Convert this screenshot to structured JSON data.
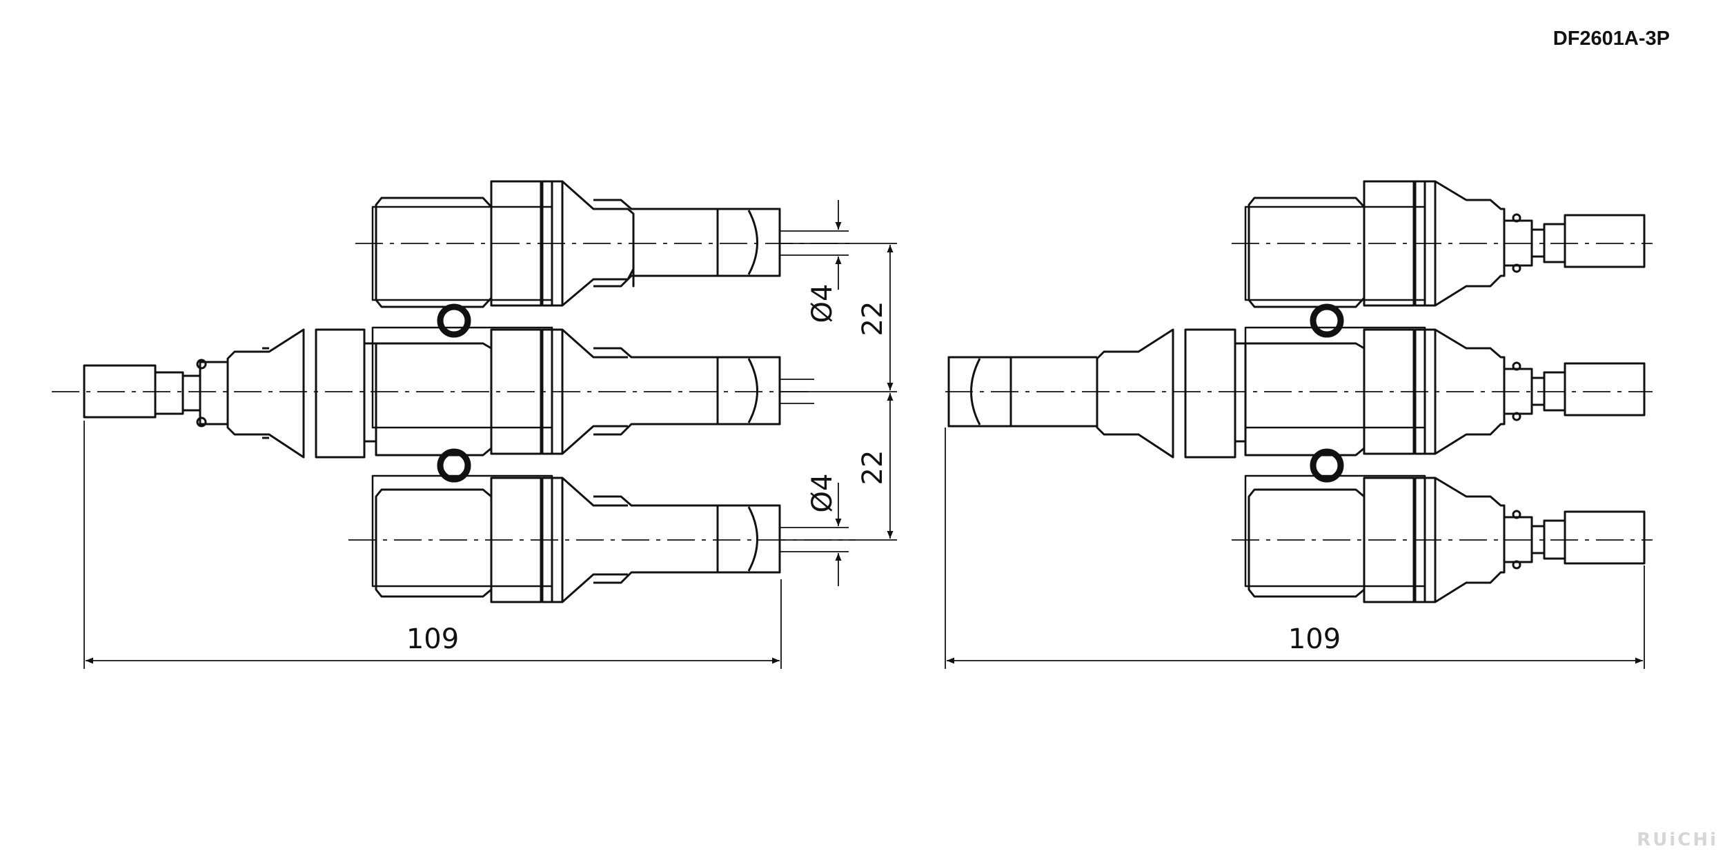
{
  "header": {
    "part_number": "DF2601A-3P"
  },
  "views": [
    {
      "name": "left-connector-view",
      "dimensions": {
        "overall_length": "109",
        "pin_pitch_top": "22",
        "pin_pitch_bottom": "22",
        "pin_diameter_top": "Ø4",
        "pin_diameter_bottom": "Ø4"
      }
    },
    {
      "name": "right-connector-view",
      "dimensions": {
        "overall_length": "109"
      }
    }
  ],
  "footer": {
    "brand": "RUiCHi"
  },
  "colors": {
    "line": "#111111",
    "watermark": "#d6d6d6",
    "background": "#ffffff"
  }
}
